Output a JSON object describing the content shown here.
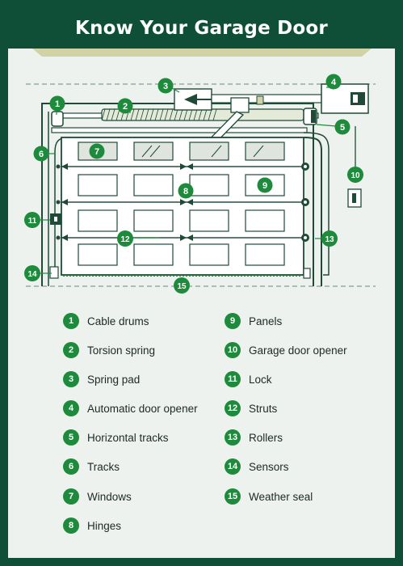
{
  "title": "Know Your Garage Door",
  "colors": {
    "background": "#0f4f38",
    "panel": "#eef2ee",
    "badge": "#1e8a3c",
    "line": "#1f4a37",
    "accent_bar": "#cfd3a6"
  },
  "legend": [
    {
      "num": "1",
      "label": "Cable drums"
    },
    {
      "num": "2",
      "label": "Torsion spring"
    },
    {
      "num": "3",
      "label": "Spring pad"
    },
    {
      "num": "4",
      "label": "Automatic door opener"
    },
    {
      "num": "5",
      "label": "Horizontal tracks"
    },
    {
      "num": "6",
      "label": "Tracks"
    },
    {
      "num": "7",
      "label": "Windows"
    },
    {
      "num": "8",
      "label": "Hinges"
    },
    {
      "num": "9",
      "label": "Panels"
    },
    {
      "num": "10",
      "label": "Garage door opener"
    },
    {
      "num": "11",
      "label": "Lock"
    },
    {
      "num": "12",
      "label": "Struts"
    },
    {
      "num": "13",
      "label": "Rollers"
    },
    {
      "num": "14",
      "label": "Sensors"
    },
    {
      "num": "15",
      "label": "Weather seal"
    }
  ]
}
